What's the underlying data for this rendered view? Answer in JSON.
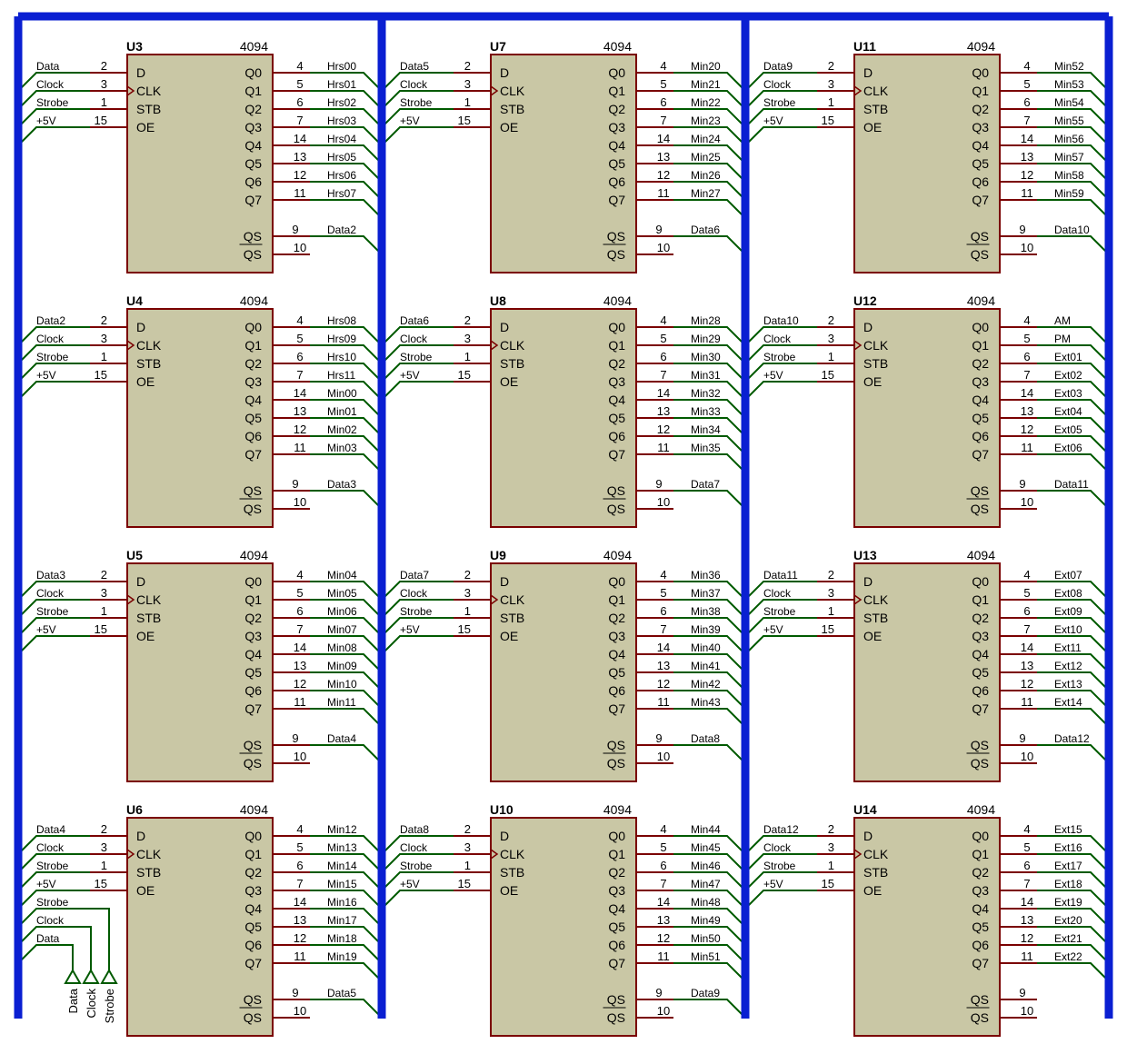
{
  "colors": {
    "background": "#ffffff",
    "bus": "#0a1fd2",
    "wire": "#005a00",
    "pin": "#7a0000",
    "body_fill": "#c9c7a5",
    "body_stroke": "#7a0000"
  },
  "part_type": "4094",
  "input_pin_names": [
    "D",
    "CLK",
    "STB",
    "OE"
  ],
  "input_pin_numbers": [
    "2",
    "3",
    "1",
    "15"
  ],
  "output_pin_names": [
    "Q0",
    "Q1",
    "Q2",
    "Q3",
    "Q4",
    "Q5",
    "Q6",
    "Q7"
  ],
  "output_pin_numbers": [
    "4",
    "5",
    "6",
    "7",
    "14",
    "13",
    "12",
    "11"
  ],
  "qs_pin_name": "QS",
  "qs_pin_number": "9",
  "qsbar_pin_name": "QS",
  "qsbar_pin_number": "10",
  "input_nets_common": [
    "Clock",
    "Strobe",
    "+5V"
  ],
  "chips": [
    {
      "ref": "U3",
      "data_in": "Data",
      "outputs": [
        "Hrs00",
        "Hrs01",
        "Hrs02",
        "Hrs03",
        "Hrs04",
        "Hrs05",
        "Hrs06",
        "Hrs07"
      ],
      "qs_net": "Data2"
    },
    {
      "ref": "U4",
      "data_in": "Data2",
      "outputs": [
        "Hrs08",
        "Hrs09",
        "Hrs10",
        "Hrs11",
        "Min00",
        "Min01",
        "Min02",
        "Min03"
      ],
      "qs_net": "Data3"
    },
    {
      "ref": "U5",
      "data_in": "Data3",
      "outputs": [
        "Min04",
        "Min05",
        "Min06",
        "Min07",
        "Min08",
        "Min09",
        "Min10",
        "Min11"
      ],
      "qs_net": "Data4"
    },
    {
      "ref": "U6",
      "data_in": "Data4",
      "outputs": [
        "Min12",
        "Min13",
        "Min14",
        "Min15",
        "Min16",
        "Min17",
        "Min18",
        "Min19"
      ],
      "qs_net": "Data5"
    },
    {
      "ref": "U7",
      "data_in": "Data5",
      "outputs": [
        "Min20",
        "Min21",
        "Min22",
        "Min23",
        "Min24",
        "Min25",
        "Min26",
        "Min27"
      ],
      "qs_net": "Data6"
    },
    {
      "ref": "U8",
      "data_in": "Data6",
      "outputs": [
        "Min28",
        "Min29",
        "Min30",
        "Min31",
        "Min32",
        "Min33",
        "Min34",
        "Min35"
      ],
      "qs_net": "Data7"
    },
    {
      "ref": "U9",
      "data_in": "Data7",
      "outputs": [
        "Min36",
        "Min37",
        "Min38",
        "Min39",
        "Min40",
        "Min41",
        "Min42",
        "Min43"
      ],
      "qs_net": "Data8"
    },
    {
      "ref": "U10",
      "data_in": "Data8",
      "outputs": [
        "Min44",
        "Min45",
        "Min46",
        "Min47",
        "Min48",
        "Min49",
        "Min50",
        "Min51"
      ],
      "qs_net": "Data9"
    },
    {
      "ref": "U11",
      "data_in": "Data9",
      "outputs": [
        "Min52",
        "Min53",
        "Min54",
        "Min55",
        "Min56",
        "Min57",
        "Min58",
        "Min59"
      ],
      "qs_net": "Data10"
    },
    {
      "ref": "U12",
      "data_in": "Data10",
      "outputs": [
        "AM",
        "PM",
        "Ext01",
        "Ext02",
        "Ext03",
        "Ext04",
        "Ext05",
        "Ext06"
      ],
      "qs_net": "Data11"
    },
    {
      "ref": "U13",
      "data_in": "Data11",
      "outputs": [
        "Ext07",
        "Ext08",
        "Ext09",
        "Ext10",
        "Ext11",
        "Ext12",
        "Ext13",
        "Ext14"
      ],
      "qs_net": "Data12"
    },
    {
      "ref": "U14",
      "data_in": "Data12",
      "outputs": [
        "Ext15",
        "Ext16",
        "Ext17",
        "Ext18",
        "Ext19",
        "Ext20",
        "Ext21",
        "Ext22"
      ],
      "qs_net": ""
    }
  ],
  "extra_wires": [
    "Strobe",
    "Clock",
    "Data"
  ],
  "ports": [
    "Data",
    "Clock",
    "Strobe"
  ]
}
